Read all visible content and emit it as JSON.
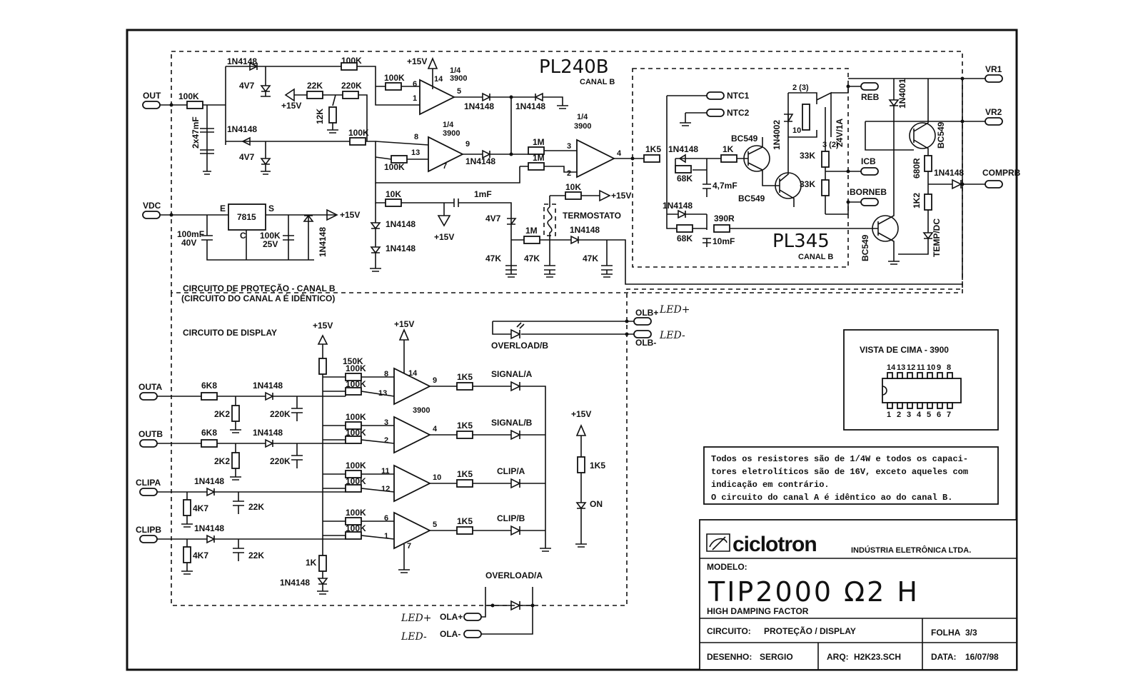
{
  "boards": {
    "pl240b": "PL240B",
    "pl240b_canal": "CANAL B",
    "pl345": "PL345",
    "pl345_canal": "CANAL B"
  },
  "connectors": {
    "out": "OUT",
    "vdc": "VDC",
    "vr1": "VR1",
    "vr2": "VR2",
    "ntc1": "NTC1",
    "ntc2": "NTC2",
    "reb": "REB",
    "icb": "ICB",
    "borneb": "BORNEB",
    "comprb": "COMPRB",
    "olb_plus": "OLB+",
    "olb_minus": "OLB-",
    "outa": "OUTA",
    "outb": "OUTB",
    "clipa": "CLIPA",
    "clipb": "CLIPB",
    "ola_plus": "OLA+",
    "ola_minus": "OLA-"
  },
  "handwritten": {
    "led_plus_b": "LED+",
    "led_minus_b": "LED-",
    "led_plus_a": "LED+",
    "led_minus_a": "LED-"
  },
  "components": {
    "r100k": "100K",
    "r22k": "22K",
    "r220k": "220K",
    "r12k": "12K",
    "r10k": "10K",
    "r1m": "1M",
    "r1k5": "1K5",
    "r1k": "1K",
    "r68k": "68K",
    "r390r": "390R",
    "r33k": "33K",
    "r680r": "680R",
    "r1k2": "1K2",
    "r47k": "47K",
    "r150k": "150K",
    "r6k8": "6K8",
    "r2k2": "2K2",
    "r4k7": "4K7",
    "c22k": "22K",
    "c220k": "220K",
    "d1n4148": "1N4148",
    "d1n4002": "1N4002",
    "d1n4001": "1N4001",
    "z4v7": "4V7",
    "cap_2x47": "2x47mF",
    "cap_100mf": "100mF",
    "cap_40v": "40V",
    "cap_100k": "100K",
    "cap_25v": "25V",
    "cap_1mf": "1mF",
    "cap_47mf": "4,7mF",
    "cap_10mf": "10mF",
    "reg": "7815",
    "reg_e": "E",
    "reg_s": "S",
    "reg_c": "C",
    "q_bc549": "BC549",
    "opamp_frac": "1/4",
    "opamp_3900": "3900",
    "relay": "24V/1A",
    "relay_pins_a": "2 (3)",
    "relay_pins_b": "3 (2)",
    "relay_pin10": "10",
    "termostato": "TERMOSTATO",
    "temp_dc": "TEMP/DC",
    "plus15": "+15V"
  },
  "pins": {
    "p6": "6",
    "p1": "1",
    "p14": "14",
    "p5": "5",
    "p8": "8",
    "p13": "13",
    "p9": "9",
    "p7": "7",
    "p3": "3",
    "p2": "2",
    "p4": "4",
    "p11": "11",
    "p12": "12",
    "p10": "10"
  },
  "leds": {
    "overload_b": "OVERLOAD/B",
    "overload_a": "OVERLOAD/A",
    "signal_a": "SIGNAL/A",
    "signal_b": "SIGNAL/B",
    "clip_a": "CLIP/A",
    "clip_b": "CLIP/B",
    "on": "ON"
  },
  "sections": {
    "protecao_line1": "CIRCUITO DE PROTEÇÃO - CANAL B",
    "protecao_line2": "(CIRCUITO DO CANAL A É IDÊNTICO)",
    "display": "CIRCUITO DE DISPLAY"
  },
  "pinout": {
    "title": "VISTA DE CIMA - 3900",
    "top_pins": [
      "14",
      "13",
      "12",
      "11",
      "10",
      "9",
      "8"
    ],
    "bottom_pins": [
      "1",
      "2",
      "3",
      "4",
      "5",
      "6",
      "7"
    ]
  },
  "notes": {
    "line1": "Todos os resistores são  de 1/4W e todos os capaci-",
    "line2": "tores eletrolíticos são de 16V,  exceto aqueles com",
    "line3": "indicação em contrário.",
    "line4": "O circuito do  canal A  é idêntico ao do  canal B."
  },
  "title_block": {
    "company": "ciclotron",
    "company_sub": "INDÚSTRIA ELETRÔNICA LTDA.",
    "modelo_label": "MODELO:",
    "modelo": "TIP2000  Ω2 H",
    "modelo_sub": "HIGH DAMPING FACTOR",
    "circuito_label": "CIRCUITO:",
    "circuito": "PROTEÇÃO / DISPLAY",
    "folha_label": "FOLHA",
    "folha": "3/3",
    "desenho_label": "DESENHO:",
    "desenho": "SERGIO",
    "arq_label": "ARQ:",
    "arq": "H2K23.SCH",
    "data_label": "DATA:",
    "data": "16/07/98"
  },
  "colors": {
    "ink": "#111111",
    "paper": "#ffffff"
  }
}
